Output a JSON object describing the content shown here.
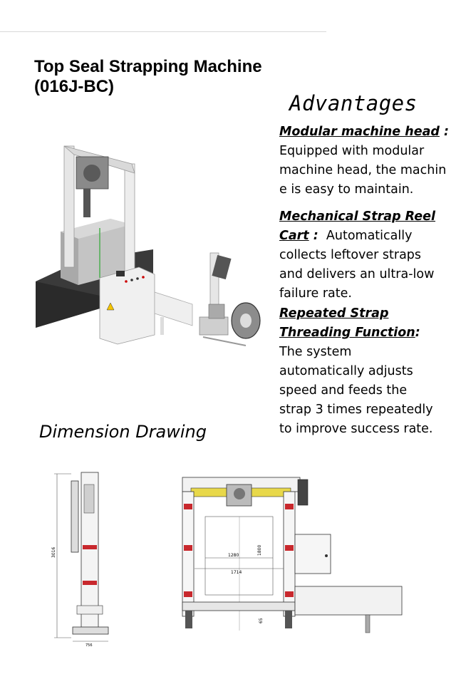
{
  "title": {
    "line1": "Top Seal Strapping Machine",
    "line2": "(016J-BC)"
  },
  "advantages": {
    "heading": "Advantages",
    "items": [
      {
        "label": "Modular machine head",
        "sep": " :",
        "lines": [
          "Equipped with modular",
          "machine head, the machin",
          "e is easy to maintain."
        ]
      },
      {
        "label_line1": "Mechanical Strap Reel",
        "label_line2": "Cart",
        "sep": " :",
        "lines": [
          "Automatically",
          "collects leftover straps",
          "and delivers an ultra-low",
          "failure rate."
        ]
      },
      {
        "label_line1": "Repeated Strap",
        "label_line2": "Threading Function",
        "sep": ":",
        "lines": [
          "The system",
          "automatically adjusts",
          "speed and feeds the",
          "strap 3 times repeatedly",
          "to improve success rate."
        ]
      }
    ]
  },
  "dimension_heading": "Dimension Drawing",
  "drawing_labels": {
    "height_left": "3016",
    "width_left": "756",
    "inner_width": "1280",
    "outer_width": "1714",
    "inner_height": "1800",
    "bottom_height": "65"
  },
  "colors": {
    "frame_red": "#c8282d",
    "head_yellow": "#e8d84a",
    "box_gray": "#bdbdbd",
    "dark_base": "#3a3a3a"
  }
}
